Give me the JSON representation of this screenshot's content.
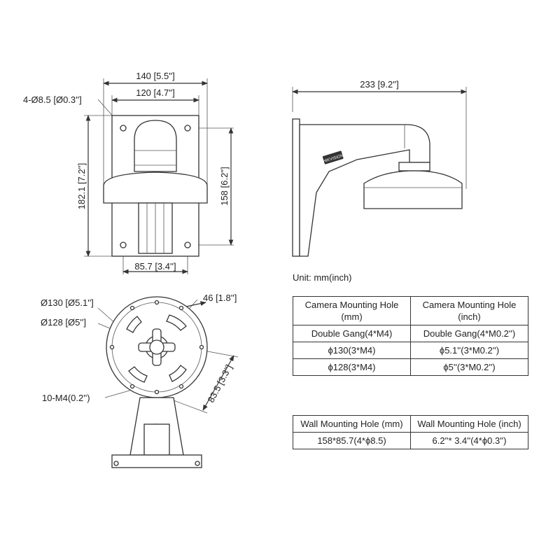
{
  "front_view": {
    "width_overall": "140 [5.5'']",
    "hole_spacing_x": "120 [4.7'']",
    "holes": "4-Ø8.5 [Ø0.3'']",
    "height_overall": "182.1 [7.2'']",
    "hole_spacing_y": "158 [6.2'']",
    "bottom_width": "85.7 [3.4'']"
  },
  "side_view": {
    "depth": "233 [9.2'']",
    "logo": "HIKVISION"
  },
  "bottom_view": {
    "dia_outer": "Ø130 [Ø5.1'']",
    "dia_inner": "Ø128 [Ø5'']",
    "screw_holes": "10-M4(0.2'')",
    "dim_46": "46 [1.8'']",
    "dim_83": "83.5 [3.3'']"
  },
  "unit_label": "Unit: mm(inch)",
  "camera_table": {
    "header": [
      "Camera Mounting Hole (mm)",
      "Camera Mounting Hole (inch)"
    ],
    "rows": [
      [
        "Double Gang(4*M4)",
        "Double Gang(4*M0.2'')"
      ],
      [
        "ϕ130(3*M4)",
        "ϕ5.1''(3*M0.2'')"
      ],
      [
        "ϕ128(3*M4)",
        "ϕ5''(3*M0.2'')"
      ]
    ]
  },
  "wall_table": {
    "header": [
      "Wall Mounting Hole (mm)",
      "Wall Mounting Hole (inch)"
    ],
    "rows": [
      [
        "158*85.7(4*ϕ8.5)",
        "6.2''* 3.4''(4*ϕ0.3'')"
      ]
    ]
  }
}
